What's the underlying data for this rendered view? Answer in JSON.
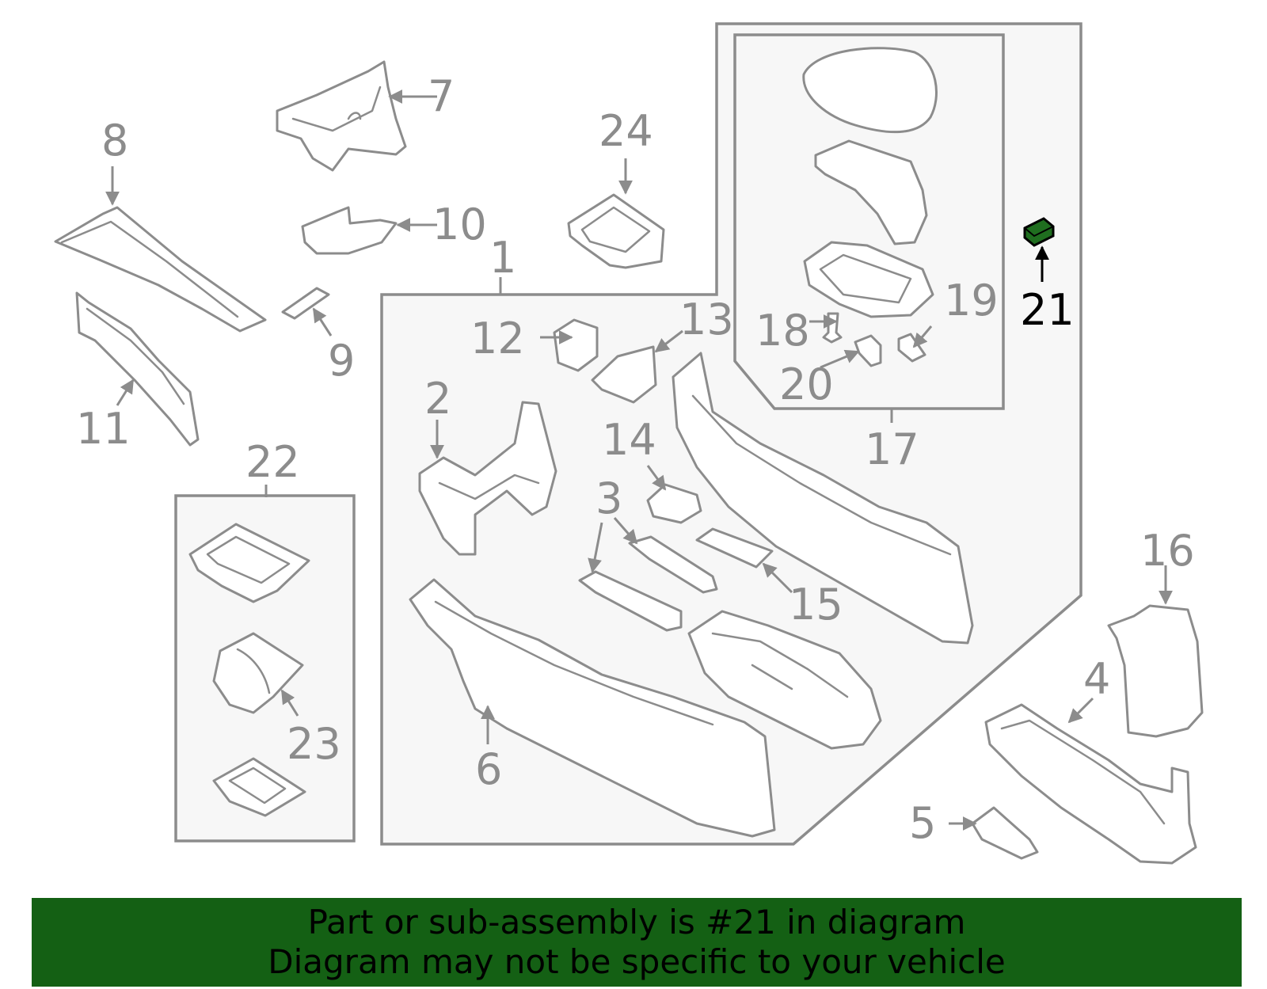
{
  "callouts": {
    "c1": "1",
    "c2": "2",
    "c3": "3",
    "c4": "4",
    "c5": "5",
    "c6": "6",
    "c7": "7",
    "c8": "8",
    "c9": "9",
    "c10": "10",
    "c11": "11",
    "c12": "12",
    "c13": "13",
    "c14": "14",
    "c15": "15",
    "c16": "16",
    "c17": "17",
    "c18": "18",
    "c19": "19",
    "c20": "20",
    "c21": "21",
    "c22": "22",
    "c23": "23",
    "c24": "24"
  },
  "highlight": {
    "part": "21",
    "color": "#1f6e1f"
  },
  "colors": {
    "line": "#8c8c8c",
    "box_fill": "#f7f7f7",
    "banner": "#146014"
  },
  "banner": {
    "line1": "Part or sub-assembly is #21 in diagram",
    "line2": "Diagram may not be specific to your vehicle"
  }
}
